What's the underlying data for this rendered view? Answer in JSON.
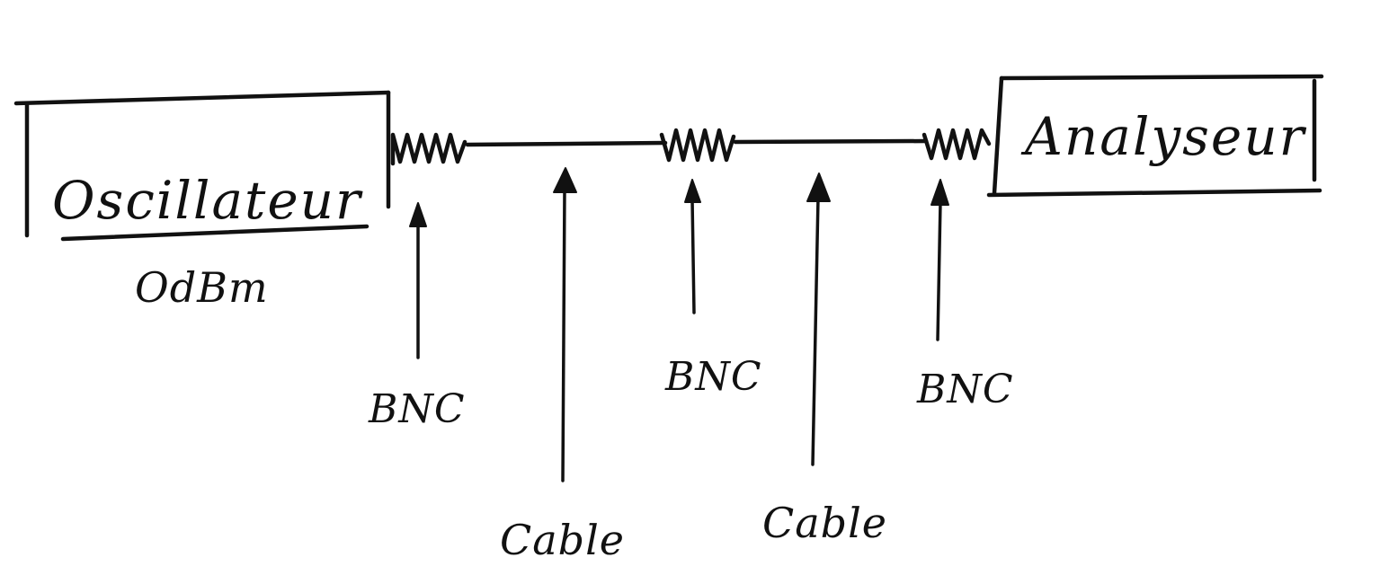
{
  "diagram": {
    "oscillator": {
      "name": "Oscillateur",
      "level": "OdBm"
    },
    "analyzer": {
      "name": "Analyseur"
    },
    "connector_label": "BNC",
    "cable_label": "Cable",
    "ink_color": "#111111",
    "background_color": "#ffffff",
    "chain": [
      "Oscillateur",
      "BNC",
      "Cable",
      "BNC",
      "Cable",
      "BNC",
      "Analyseur"
    ]
  }
}
